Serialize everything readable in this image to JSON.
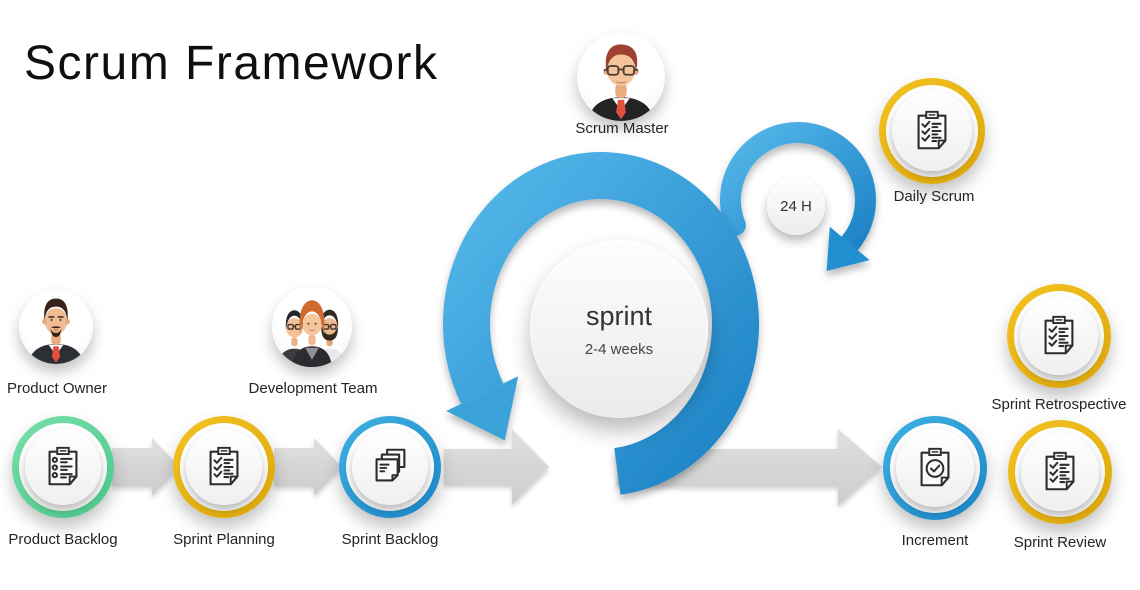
{
  "title": "Scrum Framework",
  "roles": {
    "scrum_master": {
      "label": "Scrum Master",
      "icon": "scrum-master-avatar"
    },
    "product_owner": {
      "label": "Product Owner",
      "icon": "product-owner-avatar"
    },
    "development_team": {
      "label": "Development Team",
      "icon": "development-team-avatar"
    }
  },
  "cycle": {
    "sprint_label": "sprint",
    "sprint_duration": "2-4 weeks",
    "daily_loop_label": "24 H"
  },
  "nodes": {
    "product_backlog": {
      "label": "Product Backlog",
      "ring_color": "#5ed19b",
      "icon": "clipboard-list-icon"
    },
    "sprint_planning": {
      "label": "Sprint Planning",
      "ring_color": "#e9b117",
      "icon": "clipboard-check-icon"
    },
    "sprint_backlog": {
      "label": "Sprint Backlog",
      "ring_color": "#2d9ed9",
      "icon": "notes-stack-icon"
    },
    "daily_scrum": {
      "label": "Daily Scrum",
      "ring_color": "#e9b117",
      "icon": "clipboard-check-icon"
    },
    "increment": {
      "label": "Increment",
      "ring_color": "#2d9ed9",
      "icon": "clipboard-done-icon"
    },
    "sprint_review": {
      "label": "Sprint Review",
      "ring_color": "#e9b117",
      "icon": "clipboard-check-icon"
    },
    "sprint_retrospective": {
      "label": "Sprint Retrospective",
      "ring_color": "#e9b117",
      "icon": "clipboard-check-icon"
    }
  },
  "colors": {
    "cycle_blue_light": "#55b8ea",
    "cycle_blue_dark": "#1c82c5",
    "connector_gray": "#d6d6d6",
    "ring_green": "#5ed19b",
    "ring_yellow": "#e9b117",
    "ring_blue": "#2d9ed9",
    "background": "#ffffff"
  }
}
